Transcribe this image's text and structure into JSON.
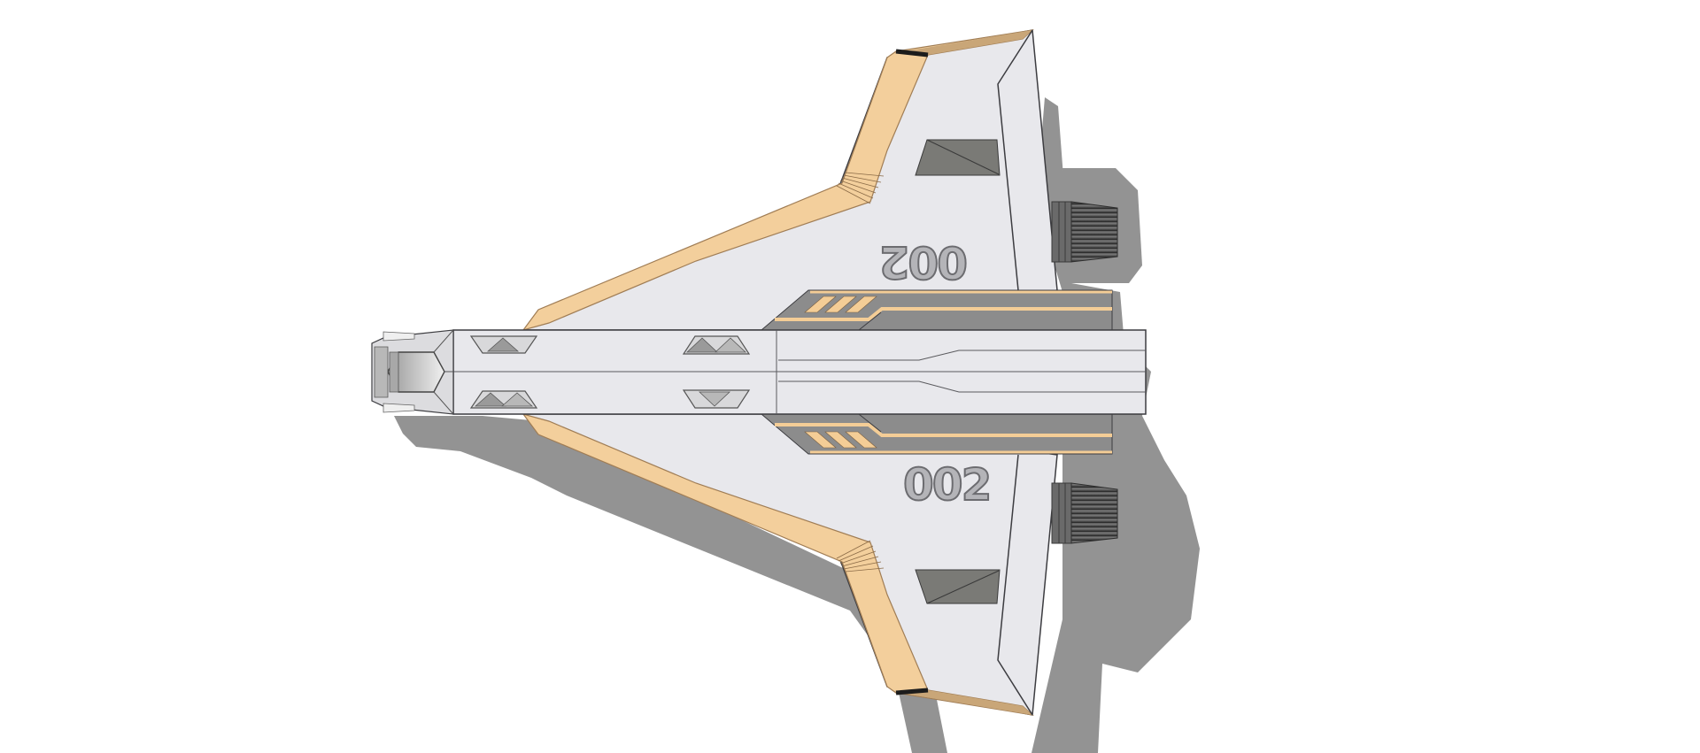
{
  "scene": {
    "subject": "spaceship top view render",
    "background": "#ffffff"
  },
  "ship": {
    "hull_number_top": "002",
    "hull_number_bottom": "002",
    "colors": {
      "hull": "#e8e8ec",
      "hull_edge": "#3c3c40",
      "wing_trim": "#f3cf9c",
      "wing_trim_dark": "#b89266",
      "panel": "#8c8c8c",
      "stripe": "#f4cd96",
      "shadow": "#939393",
      "engine": "#5a5a5a",
      "vent": "#7a7a76"
    }
  }
}
